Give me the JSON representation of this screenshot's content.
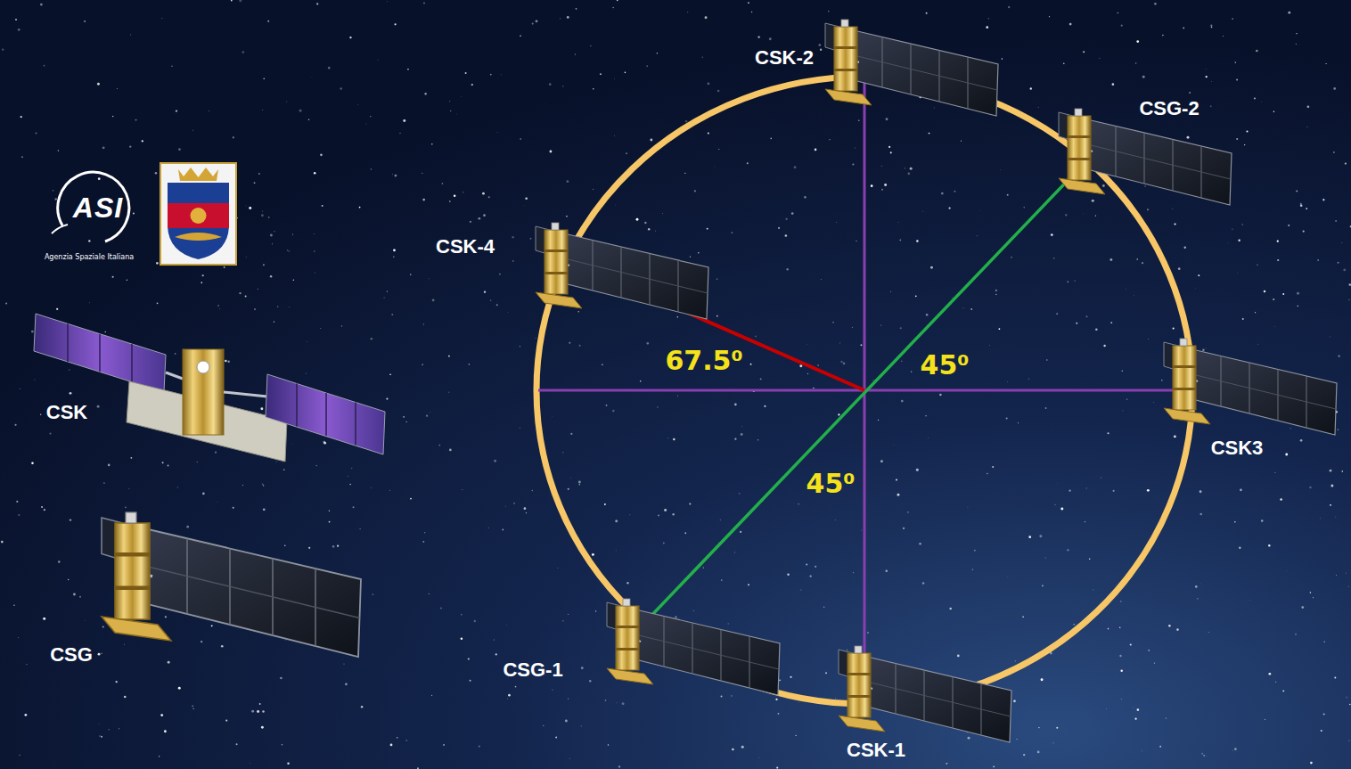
{
  "diagram": {
    "labels": [
      "ASI",
      "Agenzia Spaziale Italiana",
      "CSK-2",
      "CSG-2",
      "CSK-4",
      "67.5⁰",
      "45⁰",
      "CSK3",
      "45⁰",
      "CSK",
      "CSG-1",
      "CSK-1",
      "CSG"
    ]
  }
}
